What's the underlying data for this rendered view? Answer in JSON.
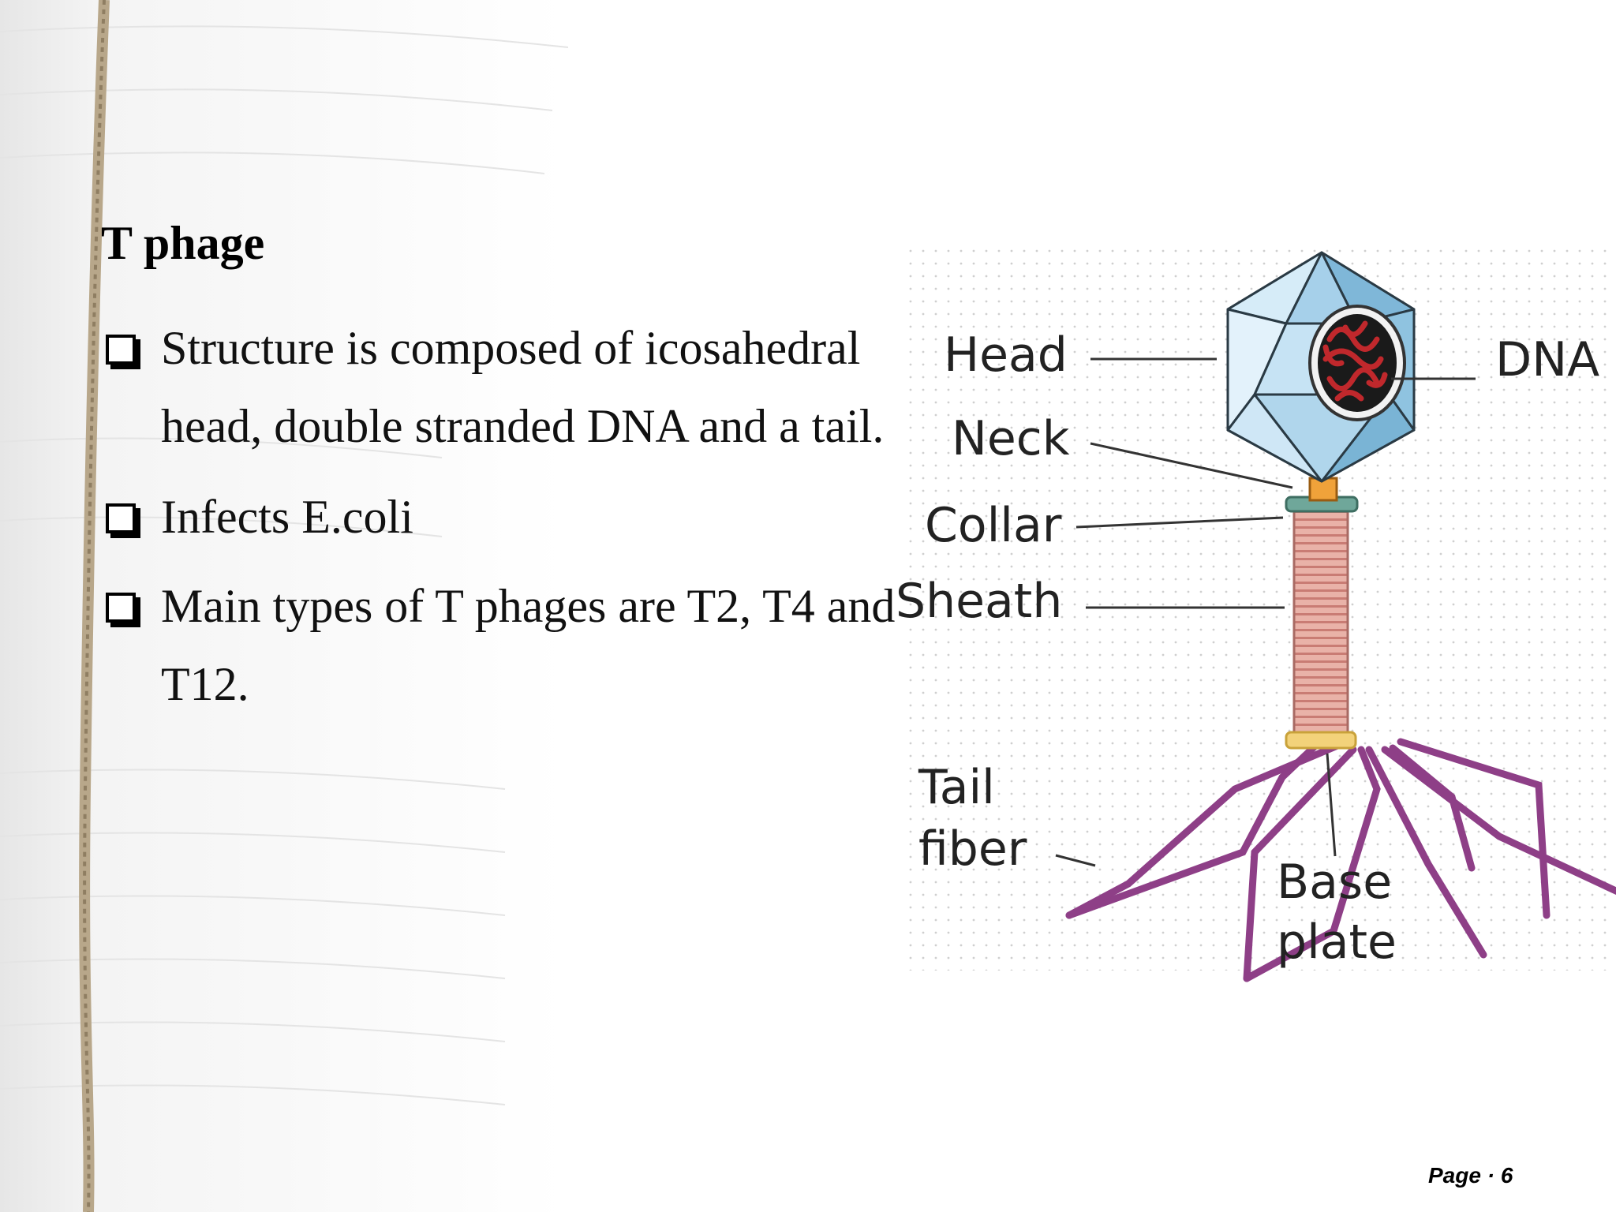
{
  "slide": {
    "heading": "T phage",
    "bullets": [
      "Structure is composed of icosahedral head, double stranded DNA and a tail.",
      "Infects E.coli",
      "Main types of T phages are T2, T4 and T12."
    ],
    "page_label": "Page",
    "page_separator": "·",
    "page_number": "6"
  },
  "diagram": {
    "labels": {
      "head": "Head",
      "neck": "Neck",
      "collar": "Collar",
      "sheath": "Sheath",
      "dna": "DNA",
      "tail": "Tail",
      "fiber": "fiber",
      "base": "Base",
      "plate": "plate"
    }
  },
  "icons": [
    "checkbox-bullet-icon",
    "notebook-string-icon"
  ],
  "colors": {
    "head_fill": "#a9d3ea",
    "sheath_fill": "#e9a9a0",
    "tail_fiber": "#8e3f87",
    "collar": "#6fa79a",
    "dna": "#c0282c"
  }
}
